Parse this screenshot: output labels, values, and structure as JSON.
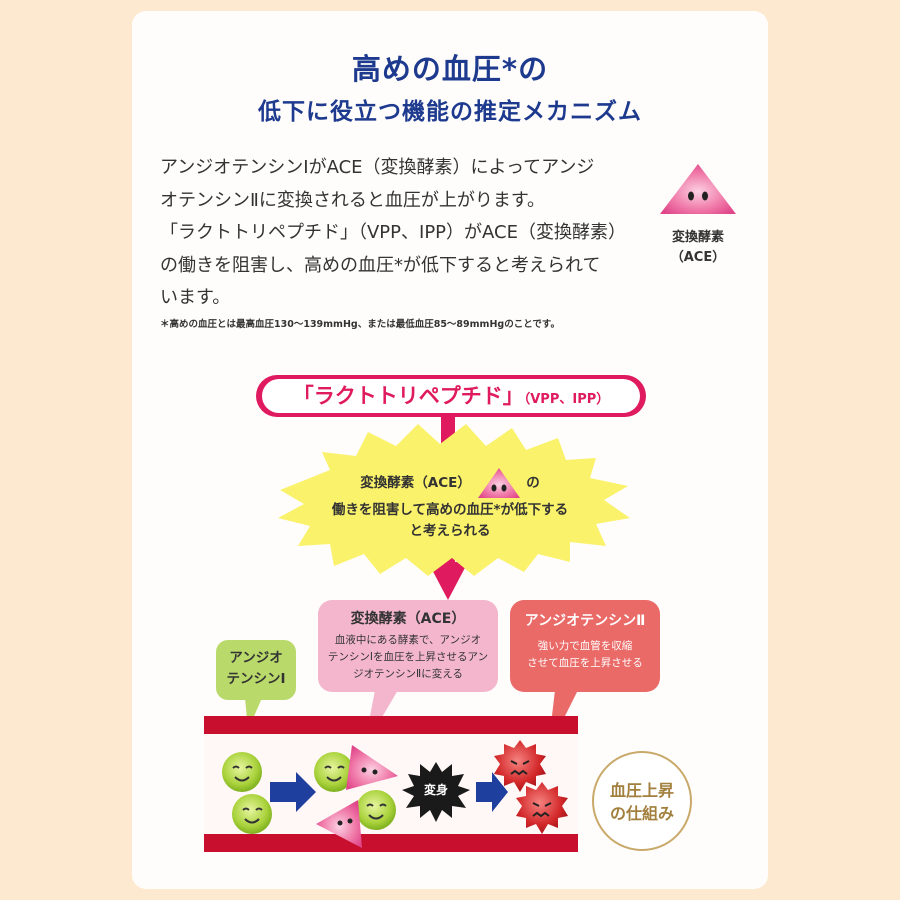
{
  "title": {
    "line1": "高めの血圧*の",
    "line2": "低下に役立つ機能の推定メカニズム"
  },
  "description": {
    "lines": [
      "アンジオテンシンⅠがACE（変換酵素）によってアンジ",
      "オテンシンⅡに変換されると血圧が上がります。",
      "「ラクトトリペプチド」（VPP、IPP）がACE（変換酵素）",
      "の働きを阻害し、高めの血圧*が低下すると考えられて",
      "います。"
    ],
    "footnote": "＊高めの血圧とは最高血圧130～139mmHg、または最低血圧85～89mmHgのことです。"
  },
  "legend": {
    "ace_line1": "変換酵素",
    "ace_line2": "（ACE）"
  },
  "peptide_banner": {
    "main": "「ラクトトリペプチド」",
    "sub": "（VPP、IPP）"
  },
  "burst": {
    "line1": "変換酵素（ACE）",
    "line1_after": "の",
    "line2": "働きを阻害して高めの血圧*が低下する",
    "line3": "と考えられる"
  },
  "boxes": {
    "angio1": {
      "line1": "アンジオ",
      "line2": "テンシンⅠ"
    },
    "ace": {
      "title": "変換酵素（ACE）",
      "desc1": "血液中にある酵素で、アンジオ",
      "desc2": "テンシンⅠを血圧を上昇させるアン",
      "desc3": "ジオテンシンⅡに変える"
    },
    "angio2": {
      "title": "アンジオテンシンⅡ",
      "desc1": "強い力で血管を収縮",
      "desc2": "させて血圧を上昇させる"
    }
  },
  "transform_label": "変身",
  "badge": {
    "line1": "血圧上昇",
    "line2": "の仕組み"
  },
  "colors": {
    "background": "#fde9cf",
    "title_blue": "#1d3a8f",
    "magenta": "#e01a5e",
    "burst_yellow": "#faf26a",
    "green_box": "#b9d96a",
    "pink_box": "#f3a9c6",
    "red_box": "#ea6a68",
    "vessel_red": "#c8102e",
    "arrow_blue": "#1f3f9e"
  }
}
